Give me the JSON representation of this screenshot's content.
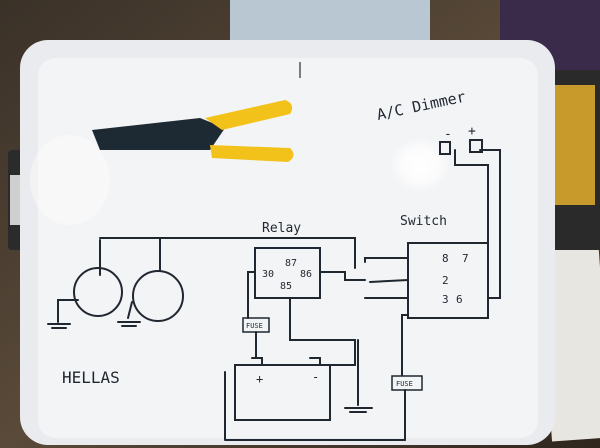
{
  "scene": {
    "description_labels": {
      "dimmer": "A/C Dimmer",
      "dimmer_minus": "-",
      "dimmer_plus": "+",
      "relay": "Relay",
      "switch": "Switch",
      "relay_pins": [
        "87",
        "30",
        "86",
        "85"
      ],
      "switch_pins": [
        "8",
        "7",
        "2",
        "3",
        "6"
      ],
      "fuse": "FUSE",
      "battery_plus": "+",
      "battery_minus": "-",
      "lights": "HELLAS"
    },
    "colors": {
      "table": "#4a3f33",
      "board": "#f3f4f6",
      "frame": "#e9ebee",
      "ink": "#1f2730",
      "tool_handle": "#f2c21a",
      "tool_body": "#1d2a33"
    }
  }
}
